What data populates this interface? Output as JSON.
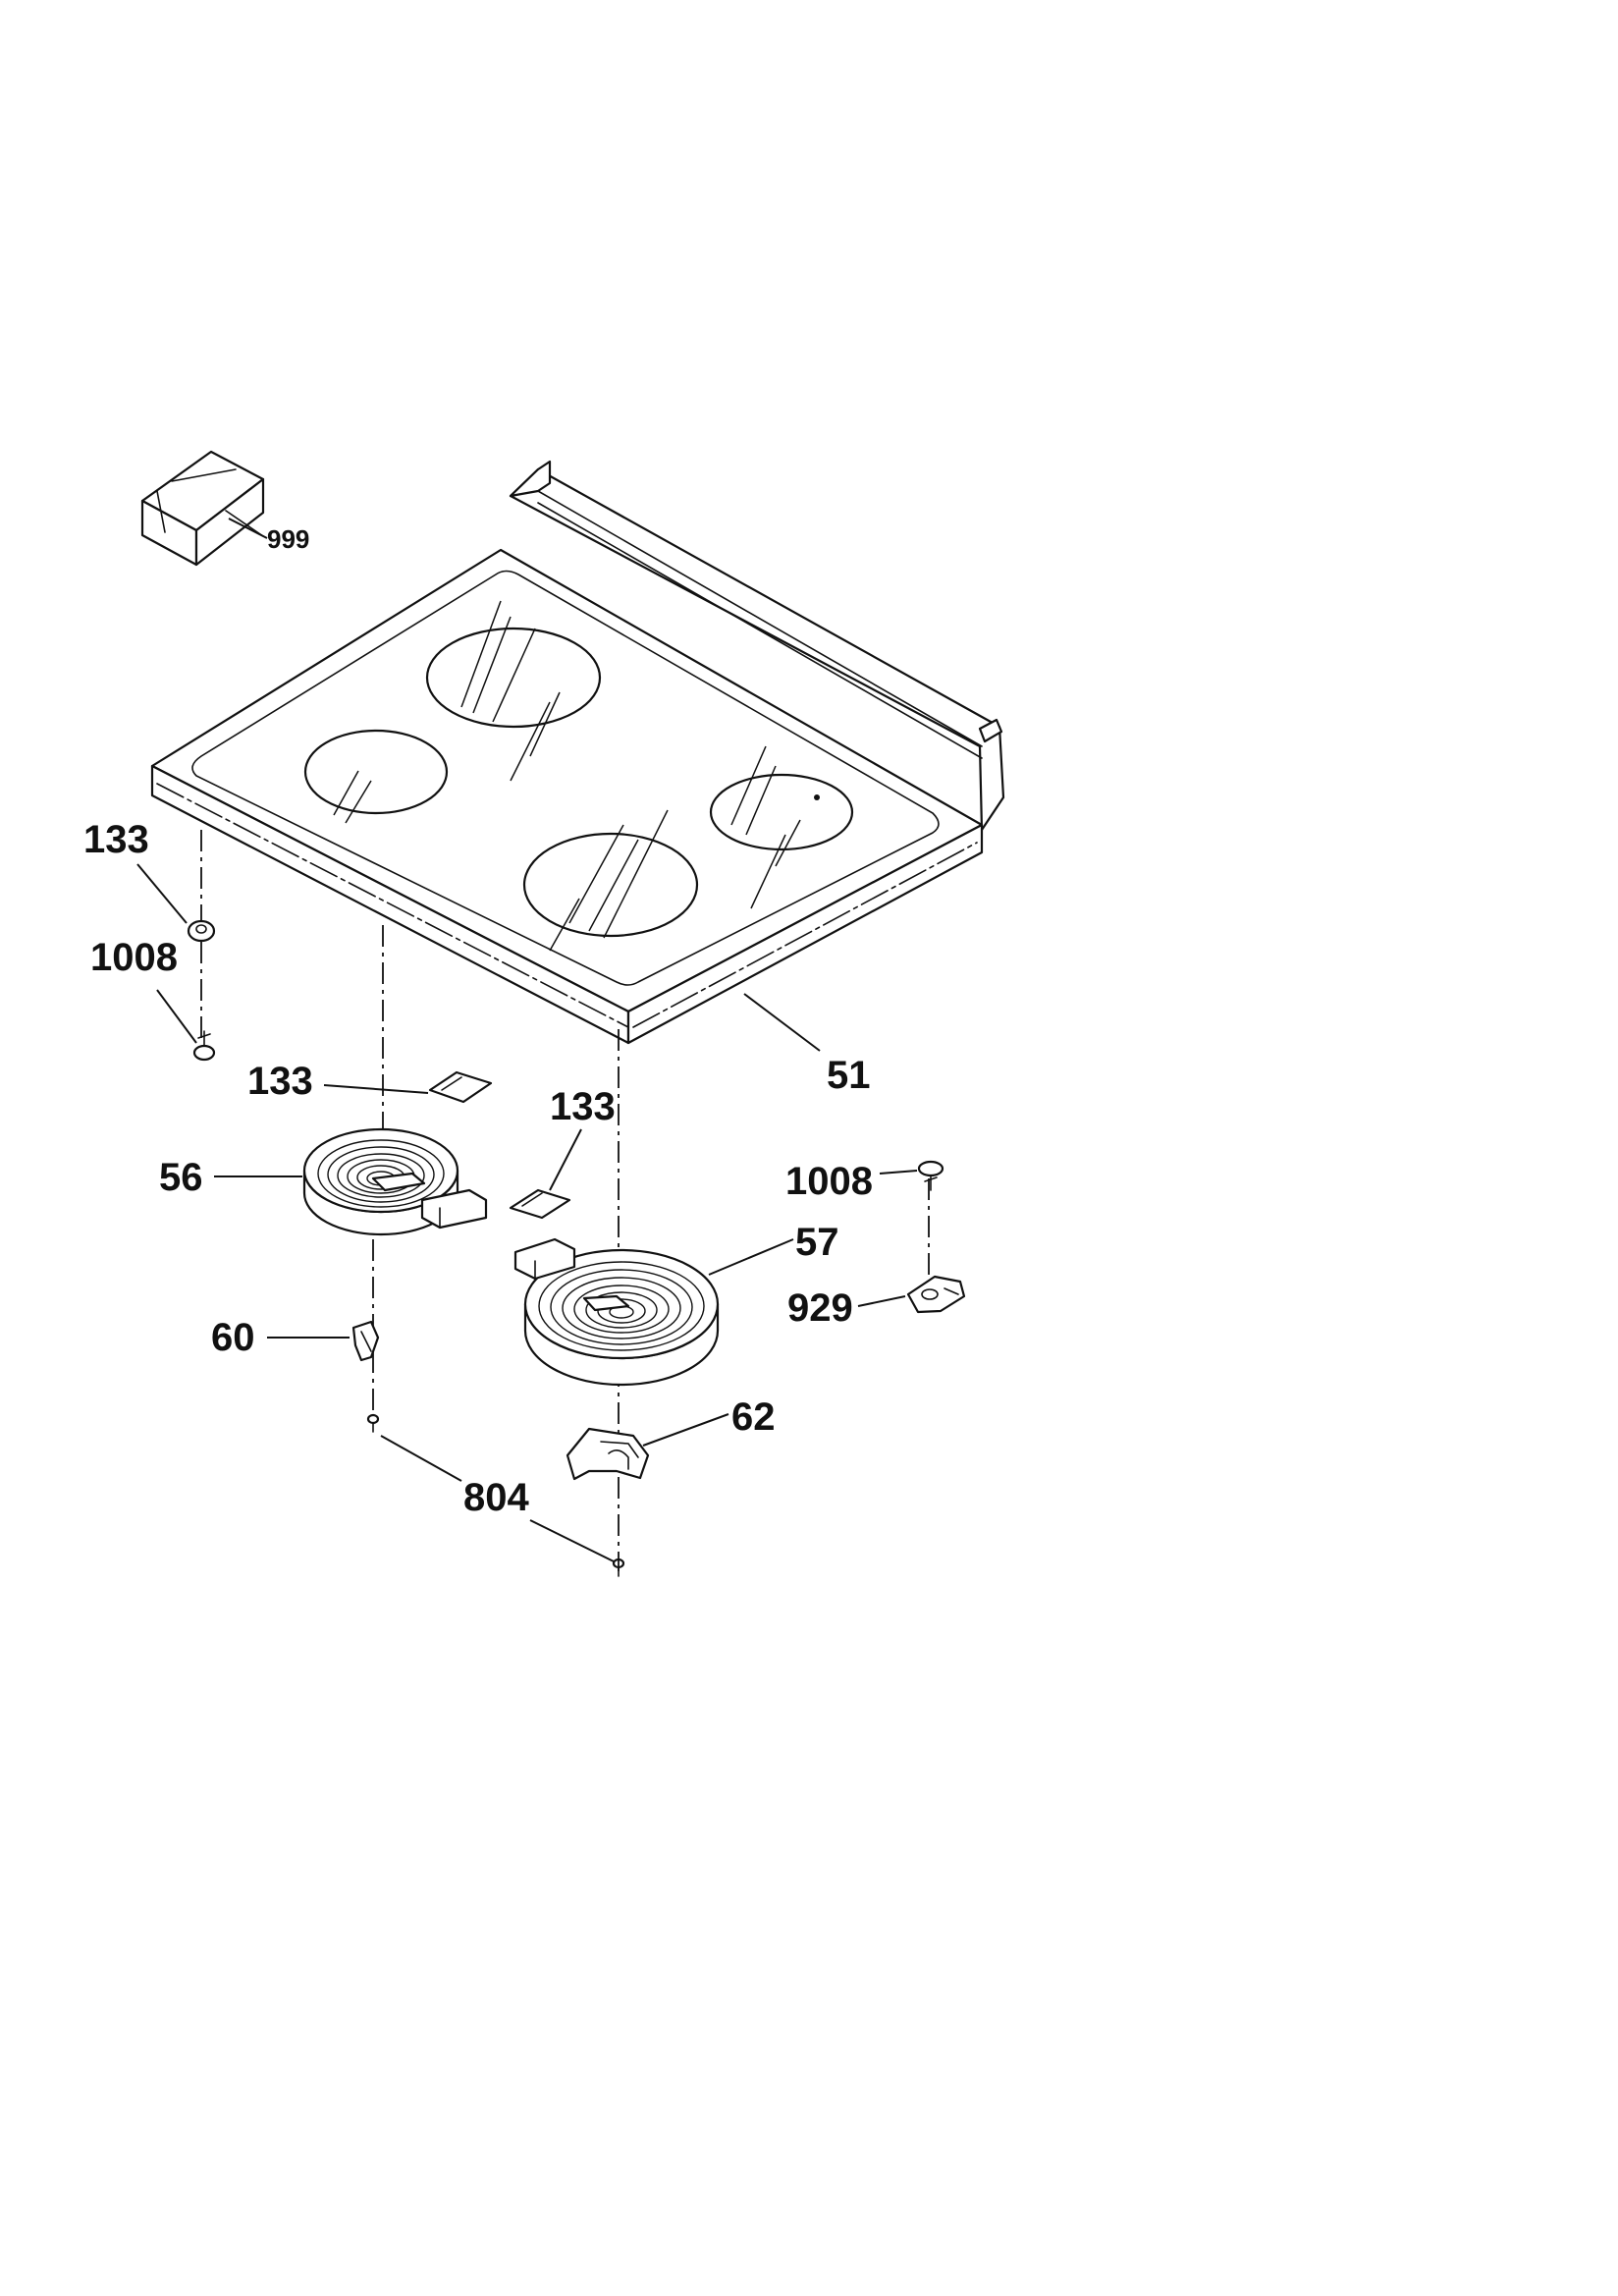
{
  "callouts": {
    "box": "999",
    "cooktop": "51",
    "element_left": "56",
    "element_right": "57",
    "pad_left_top": "133",
    "pad_center": "133",
    "pad_right": "133",
    "screw_left_top": "1008",
    "screw_right_top": "1008",
    "bracket_left": "60",
    "bracket_right": "62",
    "screws_bottom": "804",
    "clip_right": "929"
  }
}
